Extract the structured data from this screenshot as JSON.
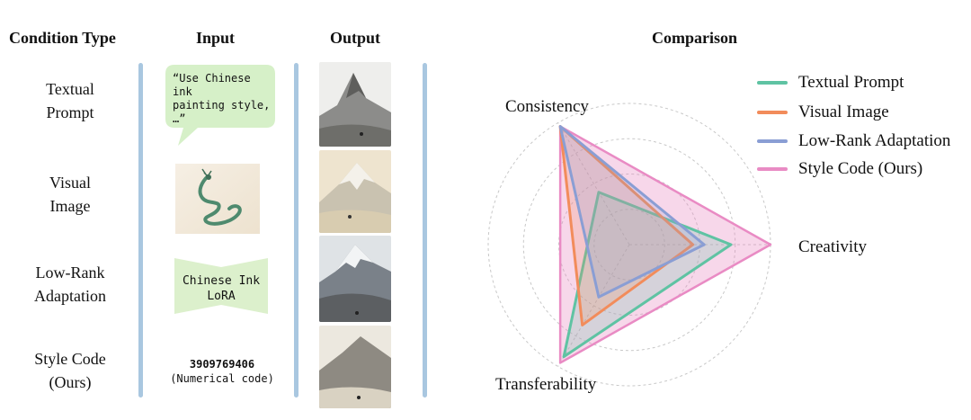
{
  "headers": {
    "condition_type": "Condition Type",
    "input": "Input",
    "output": "Output",
    "comparison": "Comparison"
  },
  "rows": [
    {
      "condition_line1": "Textual",
      "condition_line2": "Prompt",
      "input_line1": "“Use Chinese ink",
      "input_line2": "painting style,",
      "input_line3": "…”"
    },
    {
      "condition_line1": "Visual",
      "condition_line2": "Image"
    },
    {
      "condition_line1": "Low-Rank",
      "condition_line2": "Adaptation",
      "input_line1": "Chinese Ink",
      "input_line2": "LoRA"
    },
    {
      "condition_line1": "Style Code",
      "condition_line2": "(Ours)",
      "input_line1": "3909769406",
      "input_line2": "(Numerical code)"
    }
  ],
  "colors": {
    "textual_prompt": "#5fc3a3",
    "visual_image": "#f28c5b",
    "low_rank": "#8a9ed4",
    "style_code": "#e98bc4",
    "divider": "#a9c7e0",
    "bubble": "#d6f0c8",
    "lora_box": "#dcf0cc"
  },
  "chart_data": {
    "type": "radar",
    "axes": [
      "Consistency",
      "Creativity",
      "Transferability"
    ],
    "range": [
      0,
      1
    ],
    "grid": true,
    "legend_position": "top-right",
    "series": [
      {
        "name": "Textual Prompt",
        "color": "#5fc3a3",
        "values": [
          0.43,
          0.72,
          0.92
        ]
      },
      {
        "name": "Visual Image",
        "color": "#f28c5b",
        "values": [
          0.97,
          0.45,
          0.66
        ]
      },
      {
        "name": "Low-Rank Adaptation",
        "color": "#8a9ed4",
        "values": [
          0.97,
          0.53,
          0.43
        ]
      },
      {
        "name": "Style Code (Ours)",
        "color": "#e98bc4",
        "values": [
          0.97,
          1.0,
          0.97
        ]
      }
    ]
  }
}
